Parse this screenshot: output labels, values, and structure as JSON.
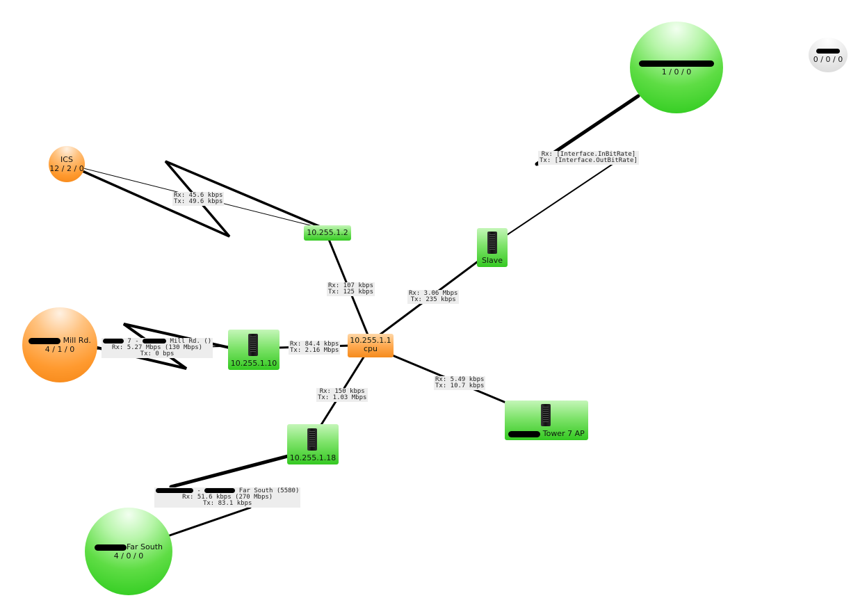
{
  "colors": {
    "green": "#35c922",
    "orange": "#f58a1c",
    "grey": "#d6d6d6",
    "link": "#000000"
  },
  "nodes": {
    "top_right": {
      "name": "",
      "counts": "1 / 0 / 0",
      "status": "green"
    },
    "far_right": {
      "name": "",
      "counts": "0 / 0 / 0",
      "status": "grey"
    },
    "ics": {
      "name": "ICS",
      "counts": "12 / 2 / 0",
      "status": "orange"
    },
    "mill": {
      "name": "Mill Rd.",
      "counts": "4 / 1 / 0",
      "status": "orange"
    },
    "far_south": {
      "name": "Far South",
      "counts": "4 / 0 / 0",
      "status": "green"
    }
  },
  "devices": {
    "r2": {
      "label": "10.255.1.2",
      "status": "green"
    },
    "slave": {
      "label": "Slave",
      "status": "green",
      "icon": "server-icon"
    },
    "cpu": {
      "label_line1": "10.255.1.1",
      "label_line2": "cpu",
      "status": "orange"
    },
    "r10": {
      "label": "10.255.1.10",
      "status": "green",
      "icon": "server-icon"
    },
    "r18": {
      "label": "10.255.1.18",
      "status": "green",
      "icon": "server-icon"
    },
    "tower7": {
      "label": "Tower 7 AP",
      "status": "green",
      "icon": "server-icon"
    }
  },
  "links": {
    "ics_r2": {
      "rx": "Rx: 45.6 kbps",
      "tx": "Tx: 49.6 kbps"
    },
    "top_slave": {
      "rx": "Rx: [Interface.InBitRate]",
      "tx": "Tx: [Interface.OutBitRate]"
    },
    "r2_cpu": {
      "rx": "Rx: 107 kbps",
      "tx": "Tx: 125 kbps"
    },
    "slave_cpu": {
      "rx": "Rx: 3.06 Mbps",
      "tx": "Tx: 235 kbps"
    },
    "r10_cpu": {
      "rx": "Rx: 84.4 kbps",
      "tx": "Tx: 2.16 Mbps"
    },
    "mill_r10": {
      "name": "7 - ",
      "name_end": "Mill Rd. ()",
      "rx": "Rx: 5.27 Mbps (130 Mbps)",
      "tx": "Tx: 0 bps"
    },
    "cpu_r18": {
      "rx": "Rx: 150 kbps",
      "tx": "Tx: 1.03 Mbps"
    },
    "cpu_tower7": {
      "rx": "Rx: 5.49 kbps",
      "tx": "Tx: 10.7 kbps"
    },
    "r18_farsouth": {
      "name": "- ",
      "name_end": "Far South (5580)",
      "rx": "Rx: 51.6 kbps (270 Mbps)",
      "tx": "Tx: 83.1 kbps"
    }
  }
}
